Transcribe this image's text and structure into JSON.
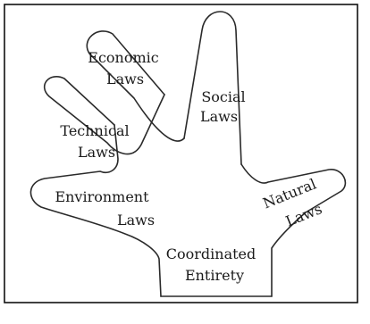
{
  "labels": {
    "economic_1": "Economic",
    "economic_2": "Laws",
    "social_1": "Social",
    "social_2": "Laws",
    "technical_1": "Technical",
    "technical_2": "Laws",
    "environment_1": "Environment",
    "environment_2": "Laws",
    "natural_1": "Natural",
    "natural_2": "Laws",
    "coordinated_1": "Coordinated",
    "coordinated_2": "Entirety"
  },
  "colors": {
    "line": "#2a2a2a",
    "text": "#1a1a1a",
    "background": "#ffffff"
  }
}
